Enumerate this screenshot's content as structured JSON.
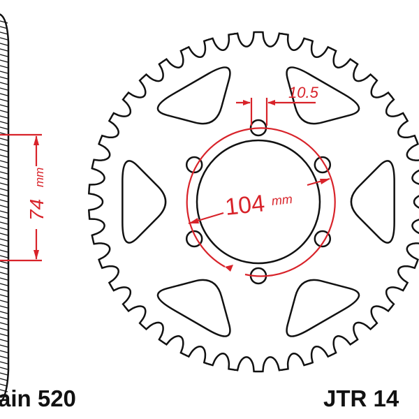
{
  "drawing": {
    "teeth": 42,
    "line_color": "#111111",
    "dimension_color": "#d8232a"
  },
  "dimensions": {
    "side_value": "74",
    "side_unit": "mm",
    "bolt_circle_value": "104",
    "bolt_circle_unit": "mm",
    "bolt_hole": "10.5"
  },
  "labels": {
    "chain": "ain 520",
    "part_number": "JTR 14"
  }
}
